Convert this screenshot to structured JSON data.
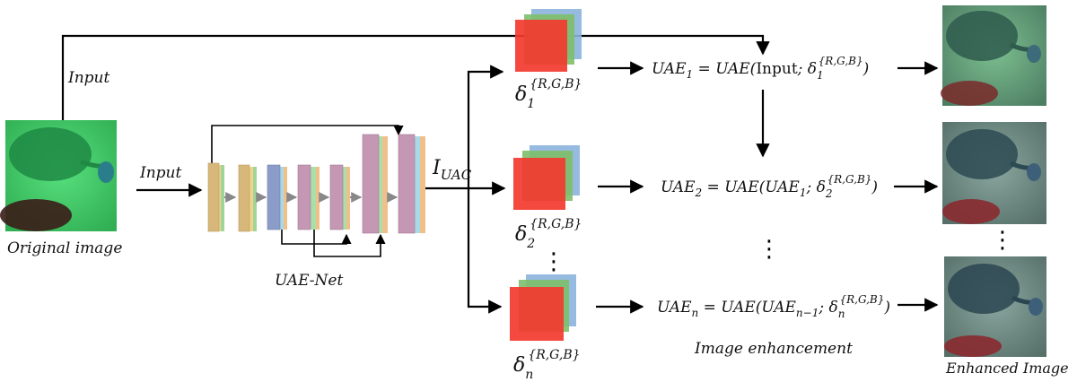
{
  "labels": {
    "input_top": "Input",
    "input_left": "Input",
    "original_image": "Original image",
    "uae_net": "UAE-Net",
    "i_uac_main": "I",
    "i_uac_sub": "UAC",
    "image_enhancement": "Image enhancement",
    "enhanced_image": "Enhanced Image",
    "vertical_dots": "⋮"
  },
  "deltas": [
    {
      "sym": "δ",
      "sub": "1",
      "sup": "{R,G,B}"
    },
    {
      "sym": "δ",
      "sub": "2",
      "sup": "{R,G,B}"
    },
    {
      "sym": "δ",
      "sub": "n",
      "sup": "{R,G,B}"
    }
  ],
  "equations": [
    {
      "lhs": "UAE",
      "lhs_sub": "1",
      "mid": " = UAE(",
      "arg": "Input",
      "arg_sub": "",
      "delta_sub": "1",
      "delta_sup": "{R,G,B}",
      "close": ")"
    },
    {
      "lhs": "UAE",
      "lhs_sub": "2",
      "mid": " = UAE(",
      "arg": "UAE",
      "arg_sub": "1",
      "delta_sub": "2",
      "delta_sup": "{R,G,B}",
      "close": ")"
    },
    {
      "lhs": "UAE",
      "lhs_sub": "n",
      "mid": " = UAE(",
      "arg": "UAE",
      "arg_sub": "n−1",
      "delta_sub": "n",
      "delta_sup": "{R,G,B}",
      "close": ")"
    }
  ],
  "colors": {
    "underwater_green": "#3fd06a",
    "enhanced_teal": "#6f8f86",
    "red_map": "#f23a2f",
    "green_map": "#7dbf6a",
    "blue_map": "#8cb4dd",
    "block_tan": "#d8b87a",
    "block_blue": "#8c9cc8",
    "block_mauve": "#c497b4"
  }
}
